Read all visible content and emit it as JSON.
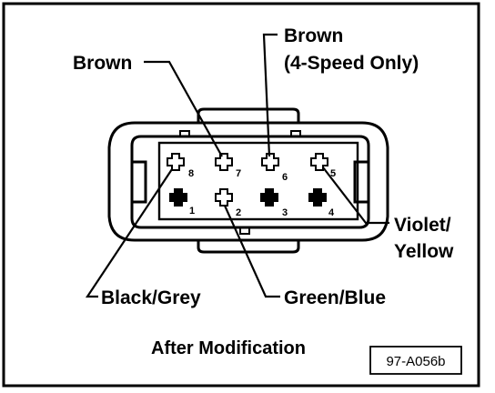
{
  "labels": {
    "brown_left": "Brown",
    "brown_right_line1": "Brown",
    "brown_right_line2": "(4-Speed Only)",
    "violet_line1": "Violet/",
    "violet_line2": "Yellow",
    "black_grey": "Black/Grey",
    "green_blue": "Green/Blue",
    "caption": "After Modification",
    "reference_code": "97-A056b"
  },
  "pins": [
    {
      "number": "8",
      "state": "open"
    },
    {
      "number": "7",
      "state": "open"
    },
    {
      "number": "6",
      "state": "open"
    },
    {
      "number": "5",
      "state": "open"
    },
    {
      "number": "1",
      "state": "filled"
    },
    {
      "number": "2",
      "state": "open"
    },
    {
      "number": "3",
      "state": "filled"
    },
    {
      "number": "4",
      "state": "filled"
    }
  ]
}
